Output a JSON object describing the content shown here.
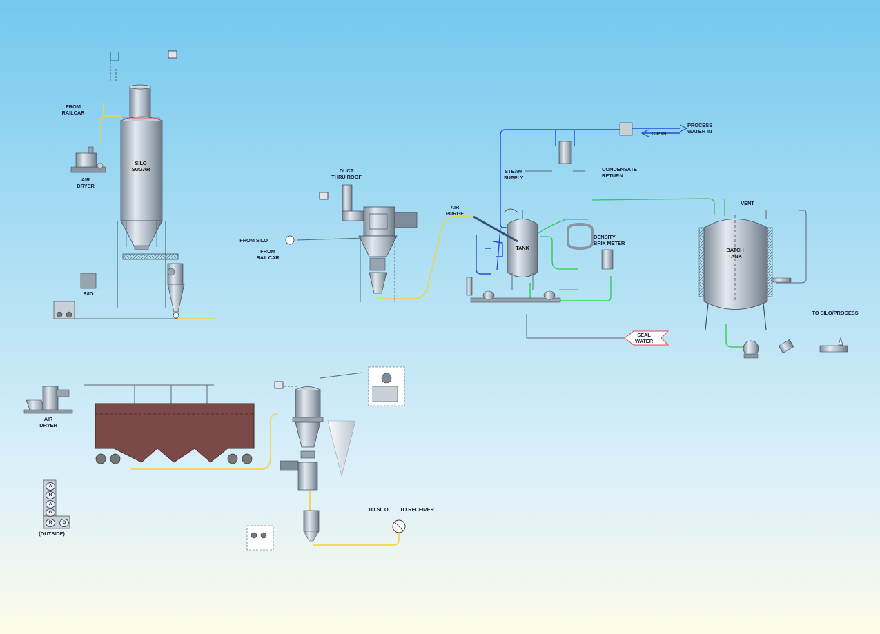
{
  "labels": {
    "from_railcar_1": "FROM\nRAILCAR",
    "silo_sugar": "SILO\nSUGAR",
    "air_dryer_1": "AIR\nDRYER",
    "rio": "R/IO",
    "duct_thru_roof": "DUCT\nTHRU ROOF",
    "from_silo": "FROM SILO",
    "from_railcar_2": "FROM\nRAILCAR",
    "air_purge": "AIR\nPURGE",
    "steam_supply": "STEAM\nSUPPLY",
    "condensate_return": "CONDENSATE\nRETURN",
    "process_water_in": "PROCESS\nWATER IN",
    "cip_in": "CIP IN",
    "tank": "TANK",
    "density_brix_meter": "DENSITY\nBRIX METER",
    "vent": "VENT",
    "batch_tank": "BATCH\nTANK",
    "seal_water": "SEAL\nWATER",
    "to_silo_process": "TO SILO/PROCESS",
    "air_dryer_2": "AIR\nDRYER",
    "to_silo": "TO SILO",
    "to_receiver": "TO RECEIVER",
    "outside": "(OUTSIDE)"
  },
  "beacon_letters": [
    "A",
    "R",
    "A",
    "G",
    "R",
    "G"
  ],
  "colors": {
    "product_line": "#f4d23a",
    "water_line": "#1f4fd6",
    "cip_line": "#2bc94a",
    "equipment_fill": "#b9c4d0",
    "railcar_fill": "#7b4a48"
  }
}
